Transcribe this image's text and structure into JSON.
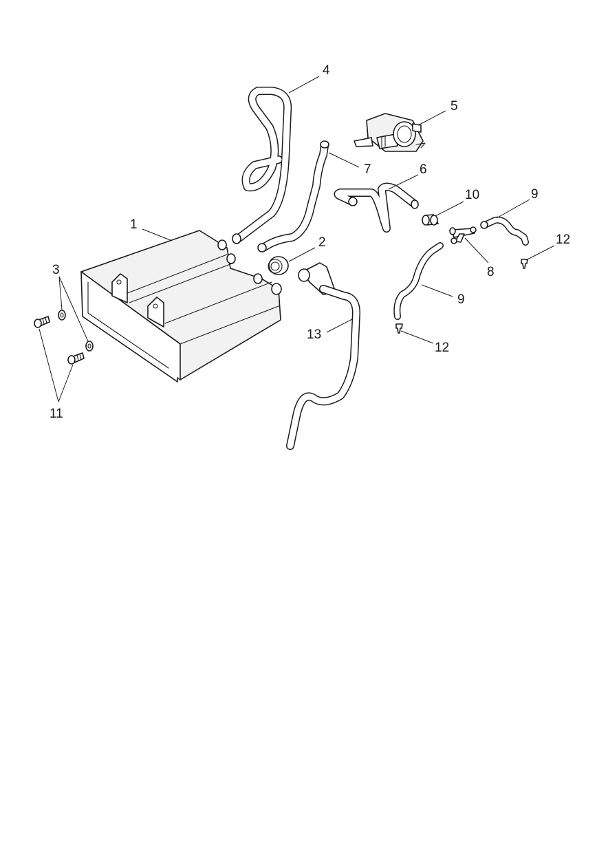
{
  "diagram": {
    "callouts": {
      "c1": "1",
      "c2": "2",
      "c3": "3",
      "c4": "4",
      "c5": "5",
      "c6": "6",
      "c7": "7",
      "c8": "8",
      "c9a": "9",
      "c9b": "9",
      "c10": "10",
      "c11": "11",
      "c12a": "12",
      "c12b": "12",
      "c13": "13"
    }
  }
}
